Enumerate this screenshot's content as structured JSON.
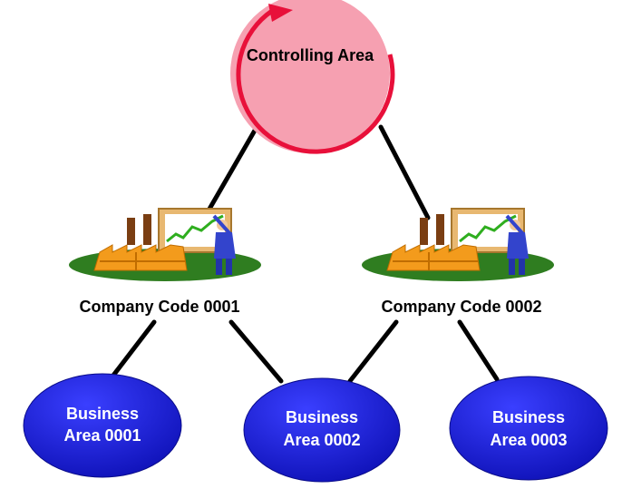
{
  "diagram": {
    "controlling_area": {
      "label": "Controlling Area",
      "fill": "#f6a0b1",
      "ring_color": "#e8103a"
    },
    "company_codes": [
      {
        "label": "Company Code 0001",
        "icon": "factory-with-presenter-icon"
      },
      {
        "label": "Company Code 0002",
        "icon": "factory-with-presenter-icon"
      }
    ],
    "business_areas": [
      {
        "line1": "Business",
        "line2": "Area 0001"
      },
      {
        "line1": "Business",
        "line2": "Area 0002"
      },
      {
        "line1": "Business",
        "line2": "Area 0003"
      }
    ],
    "colors": {
      "connector": "#000000",
      "business_area_fill": "#1418d4",
      "business_area_text": "#ffffff",
      "ground": "#2f7d20",
      "factory": "#f39b1c",
      "chimney": "#7a3e12",
      "board_frame": "#e8b871",
      "chart_line": "#2fae1f",
      "person": "#3344cc"
    }
  }
}
